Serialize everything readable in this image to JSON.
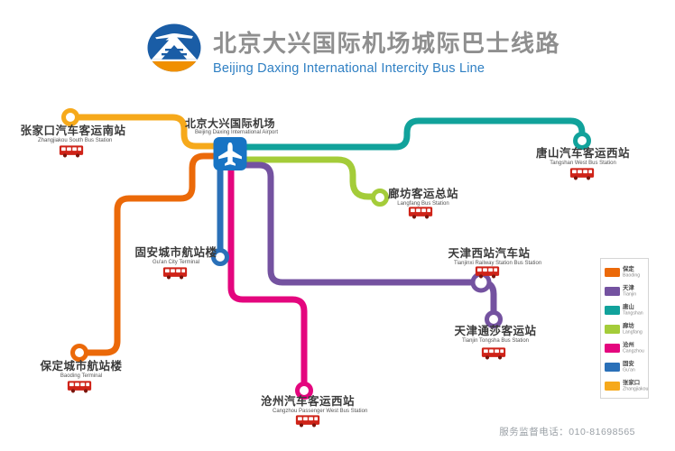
{
  "header": {
    "title_cn": "北京大兴国际机场城际巴士线路",
    "title_en": "Beijing Daxing International Intercity Bus Line"
  },
  "airport": {
    "cn": "北京大兴国际机场",
    "en": "Beijing Daxing International Airport"
  },
  "stations": {
    "zhangjiakou": {
      "cn": "张家口汽车客运南站",
      "en": "Zhangjiakou South Bus Station"
    },
    "tangshan": {
      "cn": "唐山汽车客运西站",
      "en": "Tangshan West Bus Station"
    },
    "langfang": {
      "cn": "廊坊客运总站",
      "en": "Langfang Bus Station"
    },
    "guan": {
      "cn": "固安城市航站楼",
      "en": "Gu'an City Terminal"
    },
    "tianjinxi": {
      "cn": "天津西站汽车站",
      "en": "Tianjinxi Railway Station Bus Station"
    },
    "tongsha": {
      "cn": "天津通莎客运站",
      "en": "Tianjin Tongsha Bus Station"
    },
    "baoding": {
      "cn": "保定城市航站楼",
      "en": "Baoding Terminal"
    },
    "cangzhou": {
      "cn": "沧州汽车客运西站",
      "en": "Cangzhou Passenger West Bus Station"
    }
  },
  "routes": {
    "baoding": {
      "name_cn": "保定",
      "name_en": "Baoding",
      "color": "#EB6909"
    },
    "tianjin": {
      "name_cn": "天津",
      "name_en": "Tianjin",
      "color": "#7452A0"
    },
    "tangshan": {
      "name_cn": "唐山",
      "name_en": "Tangshan",
      "color": "#11A29B"
    },
    "langfang": {
      "name_cn": "廊坊",
      "name_en": "Langfang",
      "color": "#A4CC39"
    },
    "cangzhou": {
      "name_cn": "沧州",
      "name_en": "Cangzhou",
      "color": "#E4067E"
    },
    "guan": {
      "name_cn": "固安",
      "name_en": "Gu'an",
      "color": "#2A70B8"
    },
    "zhangjiakou": {
      "name_cn": "张家口",
      "name_en": "Zhangjiakou",
      "color": "#F6A91B"
    }
  },
  "colors": {
    "airport_icon": "#1874C4",
    "bus": "#CF2318",
    "logo_blue": "#1A5DA6",
    "logo_orange": "#F08F00"
  },
  "footer": {
    "service_phone": "服务监督电话：010-81698565"
  }
}
